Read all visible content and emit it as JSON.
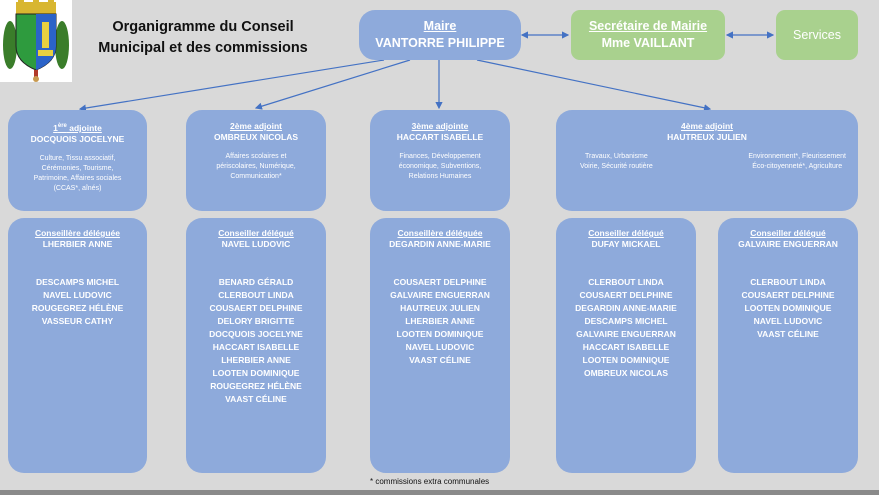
{
  "title": {
    "line1": "Organigramme du Conseil",
    "line2": "Municipal et des commissions"
  },
  "logo": {
    "name": "coat-of-arms"
  },
  "mayor": {
    "role": "Maire",
    "name": "VANTORRE PHILIPPE"
  },
  "secretary": {
    "role": "Secrétaire de Mairie",
    "name": "Mme VAILLANT"
  },
  "services": {
    "label": "Services"
  },
  "deputies": [
    {
      "role_prefix": "1",
      "role_sup": "ère",
      "role_suffix": " adjointe",
      "name": "DOCQUOIS JOCELYNE",
      "desc": [
        "Culture, Tissu associatif,",
        "Cérémonies, Tourisme,",
        "Patrimoine, Affaires sociales",
        "(CCAS*, aînés)"
      ]
    },
    {
      "role": "2ème adjoint",
      "name": "OMBREUX NICOLAS",
      "desc": [
        "Affaires scolaires et",
        "périscolaires, Numérique,",
        "Communication*"
      ]
    },
    {
      "role": "3ème adjointe",
      "name": "HACCART ISABELLE",
      "desc": [
        "Finances, Développement",
        "économique, Subventions,",
        "Relations Humaines"
      ]
    },
    {
      "role": "4ème adjoint",
      "name": "HAUTREUX JULIEN",
      "desc_left": [
        "Travaux, Urbanisme",
        "Voirie, Sécurité routière"
      ],
      "desc_right": [
        "Environnement*, Fleurissement",
        "Éco-citoyenneté*, Agriculture"
      ]
    }
  ],
  "commissions": [
    {
      "role": "Conseillère déléguée",
      "name": "LHERBIER ANNE",
      "members": [
        "DESCAMPS MICHEL",
        "NAVEL LUDOVIC",
        "ROUGEGREZ HÉLÈNE",
        "VASSEUR CATHY"
      ]
    },
    {
      "role": "Conseiller délégué",
      "name": "NAVEL LUDOVIC",
      "members": [
        "BENARD GÉRALD",
        "CLERBOUT LINDA",
        "COUSAERT DELPHINE",
        "DELORY BRIGITTE",
        "DOCQUOIS JOCELYNE",
        "HACCART ISABELLE",
        "LHERBIER ANNE",
        "LOOTEN DOMINIQUE",
        "ROUGEGREZ HÉLÈNE",
        "VAAST CÉLINE"
      ]
    },
    {
      "role": "Conseillère déléguée",
      "name": "DEGARDIN ANNE-MARIE",
      "members": [
        "COUSAERT DELPHINE",
        "GALVAIRE ENGUERRAN",
        "HAUTREUX JULIEN",
        "LHERBIER ANNE",
        "LOOTEN DOMINIQUE",
        "NAVEL LUDOVIC",
        "VAAST CÉLINE"
      ]
    },
    {
      "role": "Conseiller délégué",
      "name": "DUFAY MICKAEL",
      "members": [
        "CLERBOUT LINDA",
        "COUSAERT DELPHINE",
        "DEGARDIN ANNE-MARIE",
        "DESCAMPS MICHEL",
        "GALVAIRE ENGUERRAN",
        "HACCART ISABELLE",
        "LOOTEN DOMINIQUE",
        "OMBREUX NICOLAS"
      ]
    },
    {
      "role": "Conseiller délégué",
      "name": "GALVAIRE ENGUERRAN",
      "members": [
        "CLERBOUT LINDA",
        "COUSAERT DELPHINE",
        "LOOTEN DOMINIQUE",
        "NAVEL LUDOVIC",
        "VAAST CÉLINE"
      ]
    }
  ],
  "footnote": "*  commissions extra communales",
  "colors": {
    "blue_box": "#8eaadb",
    "green_box": "#a9d18e",
    "background": "#d9d9d9",
    "connector": "#4472c4"
  }
}
